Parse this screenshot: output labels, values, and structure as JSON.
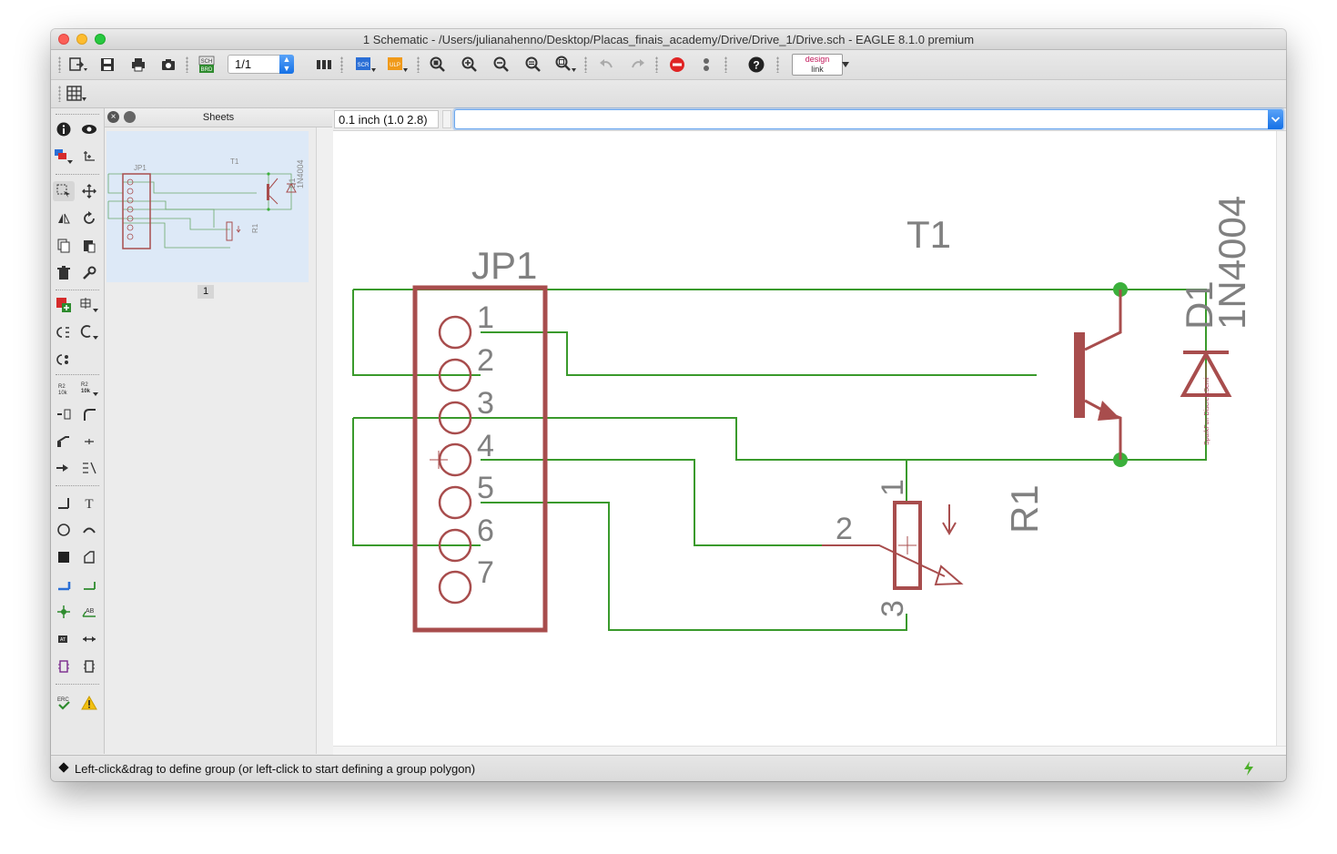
{
  "window": {
    "title": "1 Schematic - /Users/julianahenno/Desktop/Placas_finais_academy/Drive/Drive_1/Drive.sch - EAGLE 8.1.0 premium"
  },
  "toolbar": {
    "sheet_value": "1/1",
    "sch_brd_label_top": "SCH",
    "sch_brd_label_bottom": "BRD",
    "scr_label": "SCR",
    "ulp_label": "ULP",
    "design_link_top": "design",
    "design_link_bottom": "link",
    "icons": [
      "open-icon",
      "save-icon",
      "print-icon",
      "cam-icon",
      "sch-brd-icon",
      "grid-columns-icon",
      "script-icon",
      "ulp-icon",
      "zoom-fit-icon",
      "zoom-in-icon",
      "zoom-out-icon",
      "zoom-redraw-icon",
      "zoom-select-icon",
      "undo-icon",
      "redo-icon",
      "stop-icon",
      "go-icon",
      "help-icon",
      "design-link-icon"
    ]
  },
  "sheets_panel": {
    "title": "Sheets",
    "sheet_number": "1",
    "thumb_labels": {
      "jp1": "JP1",
      "t1": "T1",
      "d1": "D1",
      "d1_value": "1N4004",
      "r1": "R1"
    }
  },
  "command": {
    "coordinates": "0.1 inch (1.0 2.8)",
    "input_value": ""
  },
  "schematic": {
    "connector_name": "JP1",
    "pins": [
      "1",
      "2",
      "3",
      "4",
      "5",
      "6",
      "7"
    ],
    "transistor_name": "T1",
    "diode_name": "D1",
    "diode_value": "1N4004",
    "resistor_name": "R1",
    "resistor_pins": [
      "1",
      "2",
      "3"
    ],
    "diode_small_label": "SparkFun-DiscreteSemi",
    "colors": {
      "wire": "#3a9a2c",
      "symbol": "#a84d4d",
      "junction": "#3bb03b",
      "text": "#808080"
    }
  },
  "status": {
    "message": "Left-click&drag to define group (or left-click to start defining a group polygon)"
  },
  "palette": {
    "tools": [
      "info-icon",
      "show-icon",
      "layers-icon",
      "mark-icon",
      "group-icon",
      "move-icon",
      "mirror-icon",
      "rotate-icon",
      "copy-icon",
      "paste-icon",
      "delete-icon",
      "change-icon",
      "add-icon",
      "replace-icon",
      "gateswap-icon",
      "pinswap-icon",
      "invoke-icon",
      "name-icon",
      "value-icon",
      "smash-icon",
      "miter-icon",
      "split-icon",
      "optimize-icon",
      "move-net-icon",
      "attribute-icon",
      "wire-icon",
      "text-icon",
      "circle-icon",
      "arc-icon",
      "rect-icon",
      "polygon-icon",
      "bus-icon",
      "net-icon",
      "junction-icon",
      "label-icon",
      "attribute-display-icon",
      "dimension-icon",
      "frame-icon",
      "module-icon",
      "erc-icon",
      "errors-icon"
    ]
  }
}
